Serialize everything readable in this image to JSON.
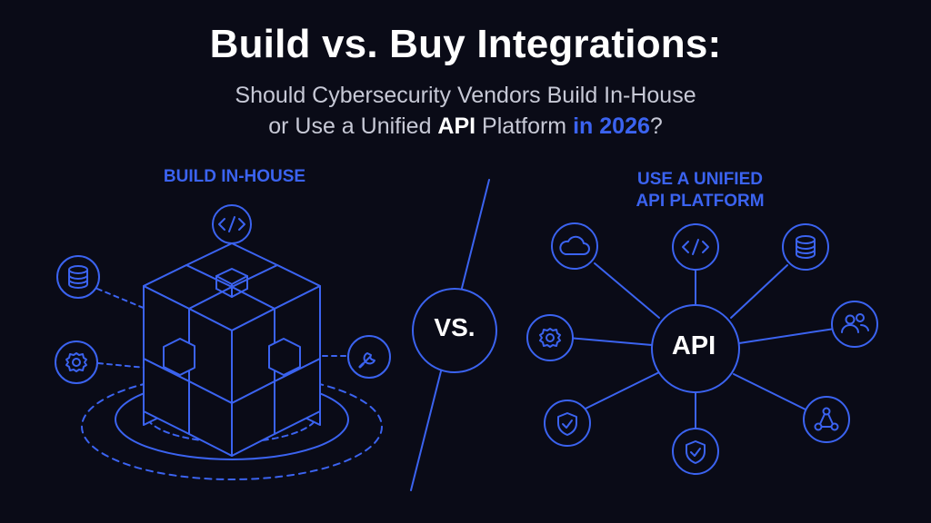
{
  "header": {
    "title": "Build vs. Buy Integrations:",
    "subtitle_line1": "Should Cybersecurity Vendors Build In-House",
    "subtitle_line2_pre": "or Use a Unified ",
    "subtitle_line2_bold": "API",
    "subtitle_line2_mid": " Platform ",
    "subtitle_line2_accent": "in 2026",
    "subtitle_line2_end": "?"
  },
  "left": {
    "label": "BUILD IN-HOUSE",
    "icons": [
      "code-icon",
      "database-icon",
      "gear-icon",
      "wrench-icon"
    ]
  },
  "center": {
    "vs_label": "VS."
  },
  "right": {
    "label_line1": "USE A UNIFIED",
    "label_line2": "API PLATFORM",
    "hub_label": "API",
    "icons": [
      "cloud-icon",
      "code-icon",
      "database-icon",
      "users-icon",
      "gear-icon",
      "shield-check-icon",
      "shield-check-icon",
      "network-icon"
    ]
  },
  "colors": {
    "background": "#0a0b17",
    "accent": "#3b63f0",
    "text": "#ffffff",
    "subtext": "#c7c9d6"
  }
}
